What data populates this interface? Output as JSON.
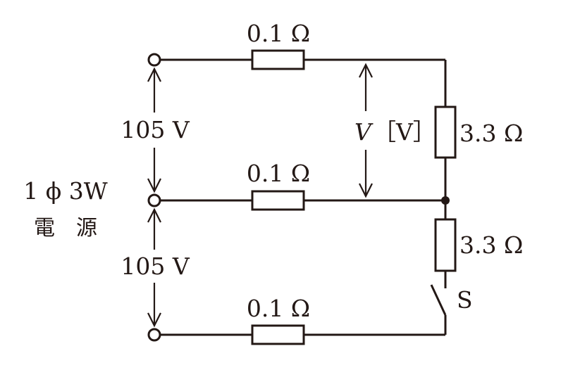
{
  "source": {
    "line1": "1 ϕ 3W",
    "line2": "電　源"
  },
  "voltages": {
    "upper": "105 V",
    "lower": "105 V"
  },
  "line_resistors": {
    "top": "0.1 Ω",
    "middle": "0.1 Ω",
    "bottom": "0.1 Ω"
  },
  "load_resistors": {
    "upper": "3.3 Ω",
    "lower": "3.3 Ω"
  },
  "measured_voltage": {
    "symbol": "V",
    "unit": "［V］"
  },
  "switch": {
    "label": "S"
  },
  "colors": {
    "ink": "#231815",
    "background": "#ffffff"
  }
}
